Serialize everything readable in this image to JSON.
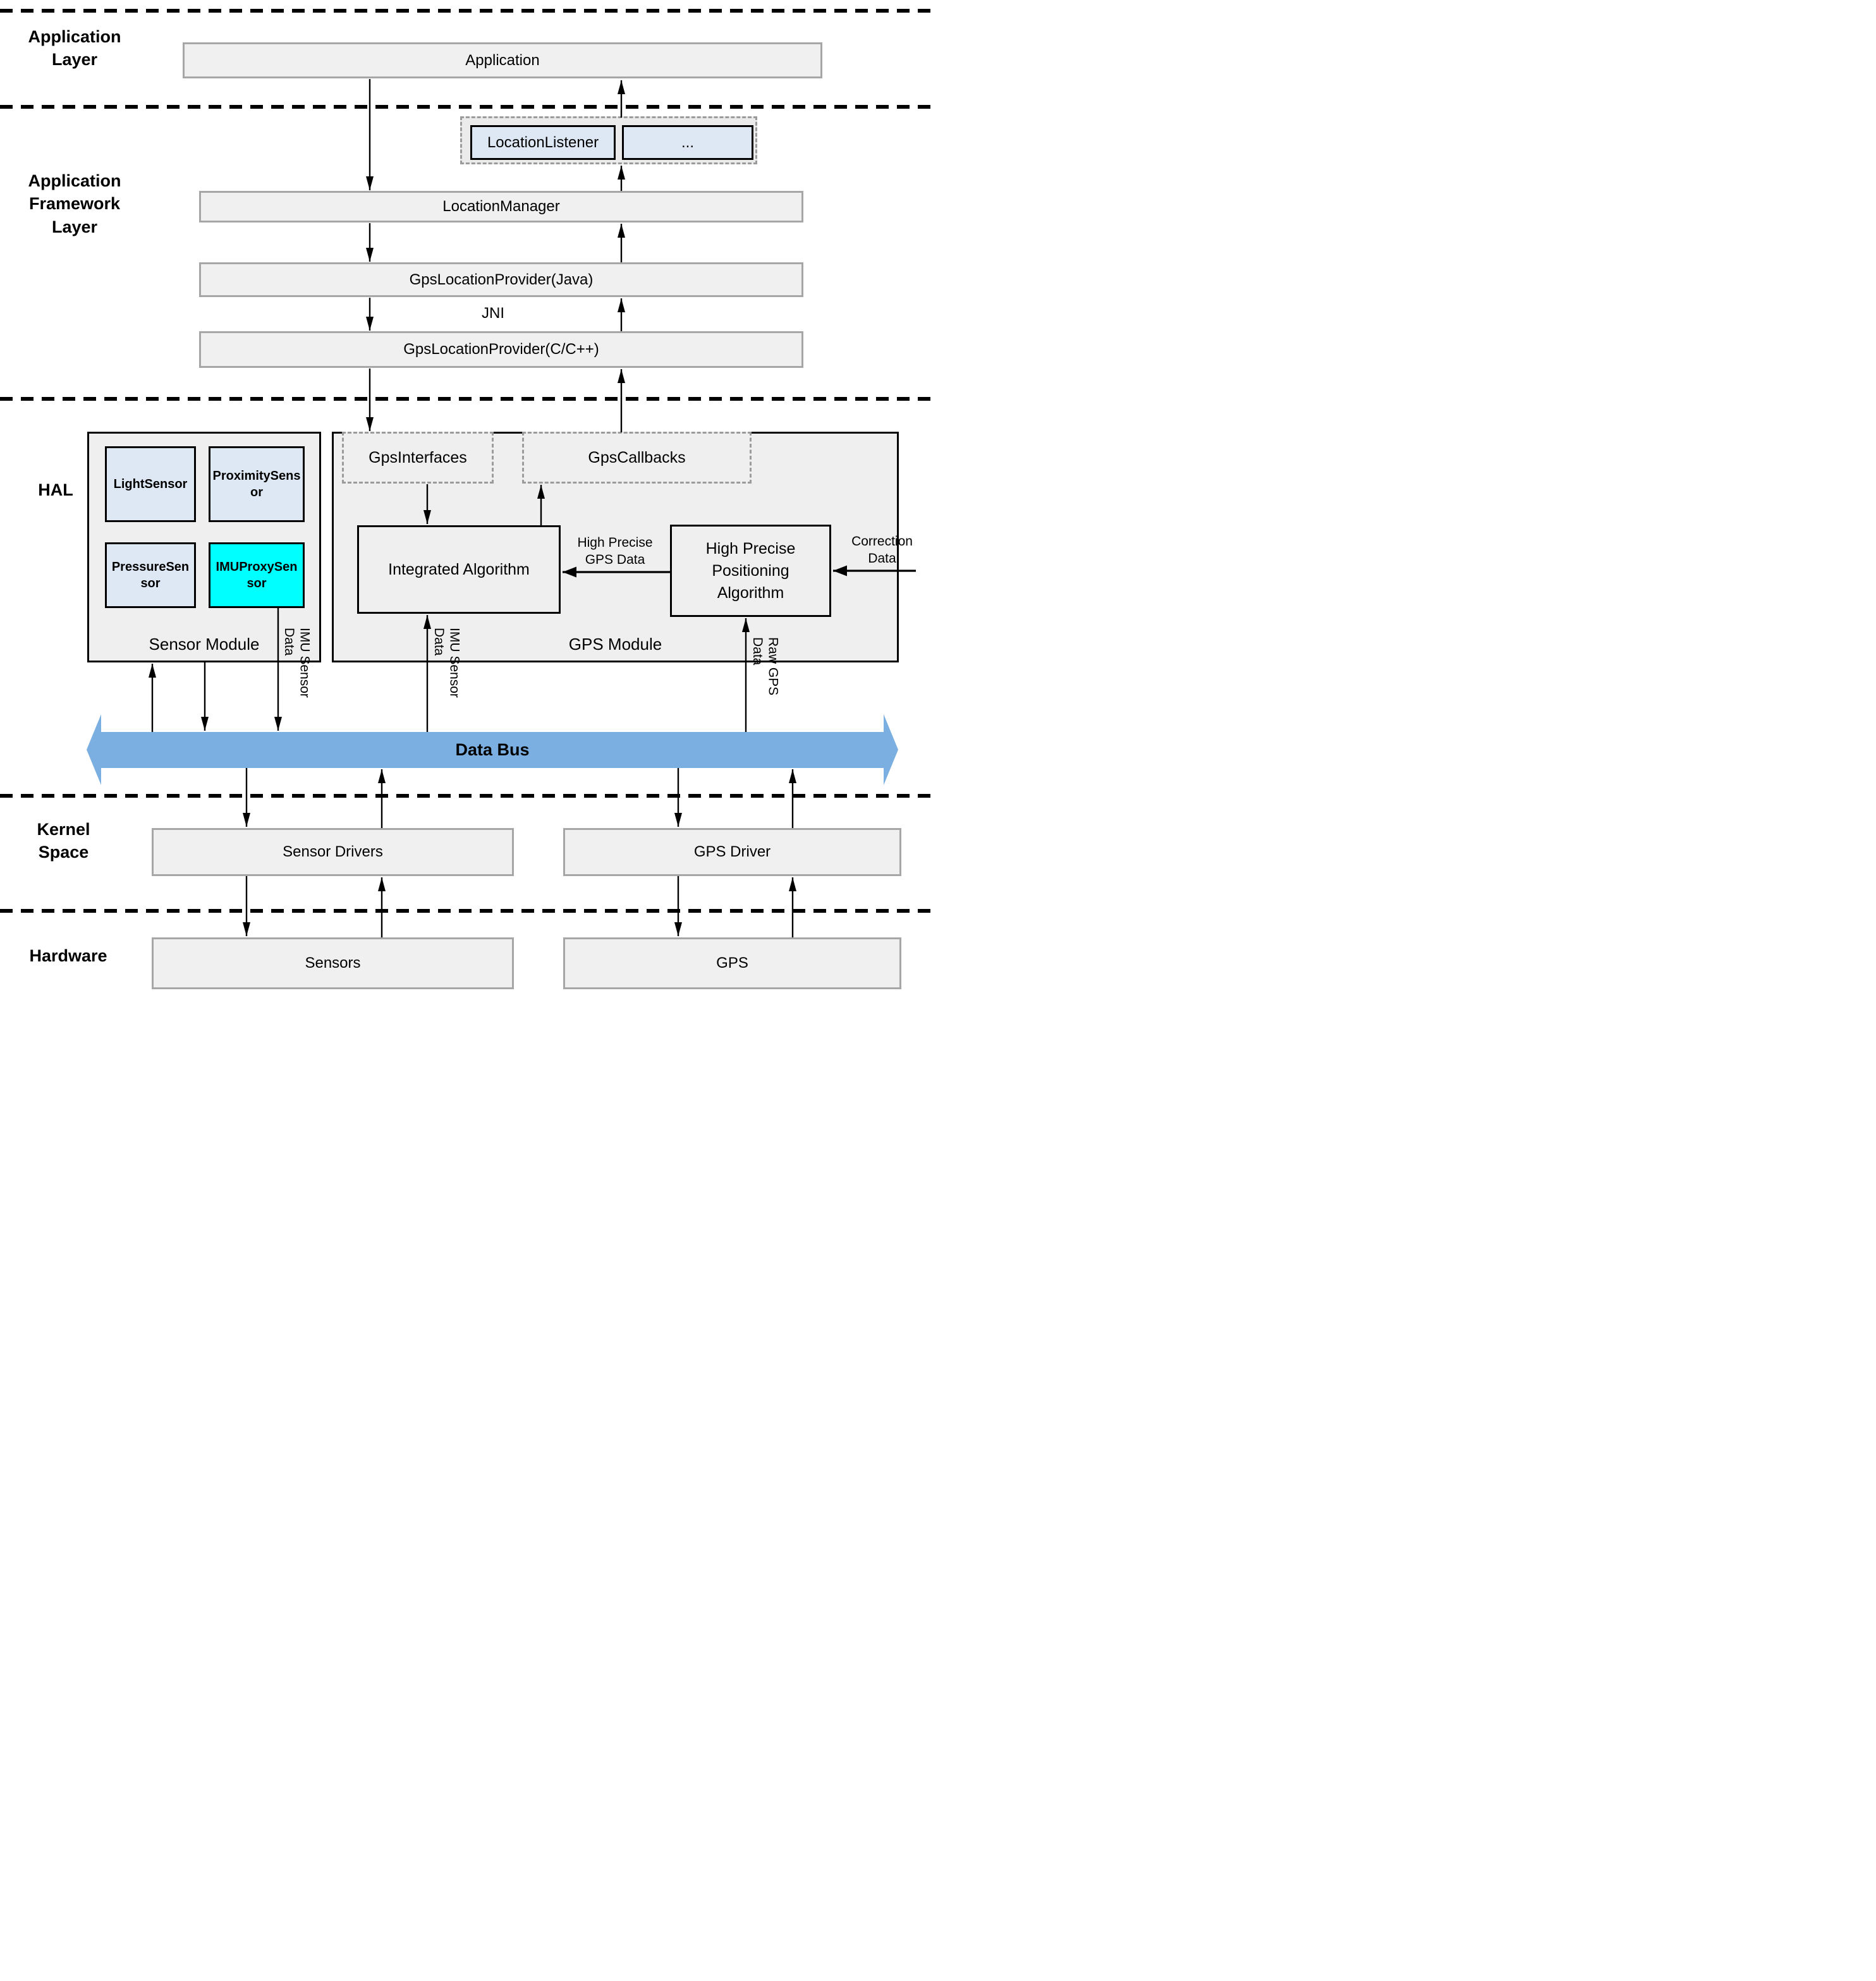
{
  "layer_labels": {
    "application": "Application\nLayer",
    "framework": "Application\nFramework\nLayer",
    "hal": "HAL",
    "kernel": "Kernel\nSpace",
    "hardware": "Hardware"
  },
  "application_layer": {
    "application": "Application"
  },
  "framework_layer": {
    "location_listener": "LocationListener",
    "listener_ellipsis": "...",
    "location_manager": "LocationManager",
    "gps_location_provider_java": "GpsLocationProvider(Java)",
    "jni": "JNI",
    "gps_location_provider_cpp": "GpsLocationProvider(C/C++)"
  },
  "hal_layer": {
    "sensor_module": {
      "caption": "Sensor Module",
      "light_sensor": "LightSensor",
      "proximity_sensor": "ProximitySensor",
      "pressure_sensor": "PressureSensor",
      "imu_proxy_sensor": "IMUProxySensor"
    },
    "gps_module": {
      "caption": "GPS Module",
      "gps_interfaces": "GpsInterfaces",
      "gps_callbacks": "GpsCallbacks",
      "integrated_algorithm": "Integrated Algorithm",
      "high_precise_positioning_algorithm": "High Precise\nPositioning\nAlgorithm"
    },
    "flow_labels": {
      "high_precise_gps_data": "High Precise\nGPS Data",
      "correction_data": "Correction\nData",
      "imu_sensor_data_from_proxy": "IMU Sensor\nData",
      "imu_sensor_data_to_algorithm": "IMU Sensor\nData",
      "raw_gps_data": "Raw GPS\nData"
    }
  },
  "data_bus": {
    "label": "Data Bus",
    "color": "#7BAFE1"
  },
  "kernel_layer": {
    "sensor_drivers": "Sensor Drivers",
    "gps_driver": "GPS Driver"
  },
  "hardware_layer": {
    "sensors": "Sensors",
    "gps": "GPS"
  },
  "colors": {
    "module_fill": "#EFEFEF",
    "bar_fill": "#F0F0F0",
    "bar_border": "#A6A6A6",
    "inner_box_fill": "#DEE8F5",
    "highlight_fill": "#00FFFF",
    "bus_fill": "#7BAFE1",
    "dashed_border": "#9B9B9B"
  }
}
